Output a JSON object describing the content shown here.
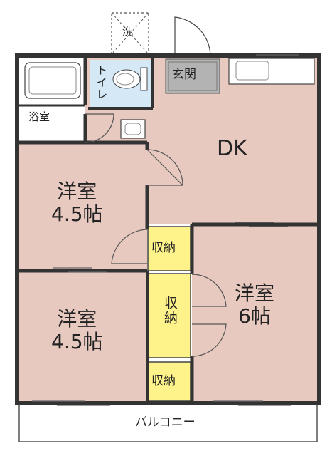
{
  "floorplan": {
    "laundry": "洗",
    "toilet": "トイレ",
    "entrance": "玄関",
    "bath": "浴室",
    "dk": "DK",
    "room_nw": {
      "line1": "洋室",
      "line2": "4.5帖"
    },
    "room_sw": {
      "line1": "洋室",
      "line2": "4.5帖"
    },
    "room_e": {
      "line1": "洋室",
      "line2": "6帖"
    },
    "closet_top": "収納",
    "closet_mid": "収納",
    "closet_bottom": "収納",
    "balcony": "バルコニー"
  },
  "colors": {
    "room_fill": "#e8c9c0",
    "wet_fill": "#ffffff",
    "toilet_fill": "#d4e8f5",
    "entrance_fill": "#b3b3b3",
    "closet_fill": "#fef38a",
    "wall": "#333333"
  }
}
